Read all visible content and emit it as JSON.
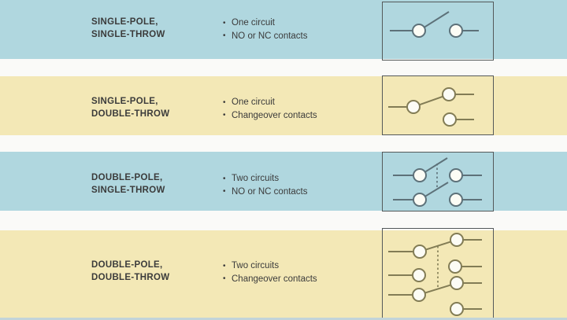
{
  "palette": {
    "blue_band": "#b0d7df",
    "yellow_band": "#f3e8b6",
    "gap": "#fafaf8",
    "bottom_strip": "#c2d4d9",
    "box_border": "#54595a",
    "ink": "#3b3b3b",
    "stroke_blue_row": "#5d7179",
    "stroke_yellow_row": "#827c55",
    "circle_fill": "#fcfcf5"
  },
  "ui": {
    "bullet_glyph": "•"
  },
  "rows": [
    {
      "title_line1": "SINGLE-POLE,",
      "title_line2": "SINGLE-THROW",
      "bullets": [
        "One circuit",
        "NO or NC contacts"
      ]
    },
    {
      "title_line1": "SINGLE-POLE,",
      "title_line2": "DOUBLE-THROW",
      "bullets": [
        "One circuit",
        "Changeover contacts"
      ]
    },
    {
      "title_line1": "DOUBLE-POLE,",
      "title_line2": "SINGLE-THROW",
      "bullets": [
        "Two circuits",
        "NO or NC contacts"
      ]
    },
    {
      "title_line1": "DOUBLE-POLE,",
      "title_line2": "DOUBLE-THROW",
      "bullets": [
        "Two circuits",
        "Changeover contacts"
      ]
    }
  ]
}
